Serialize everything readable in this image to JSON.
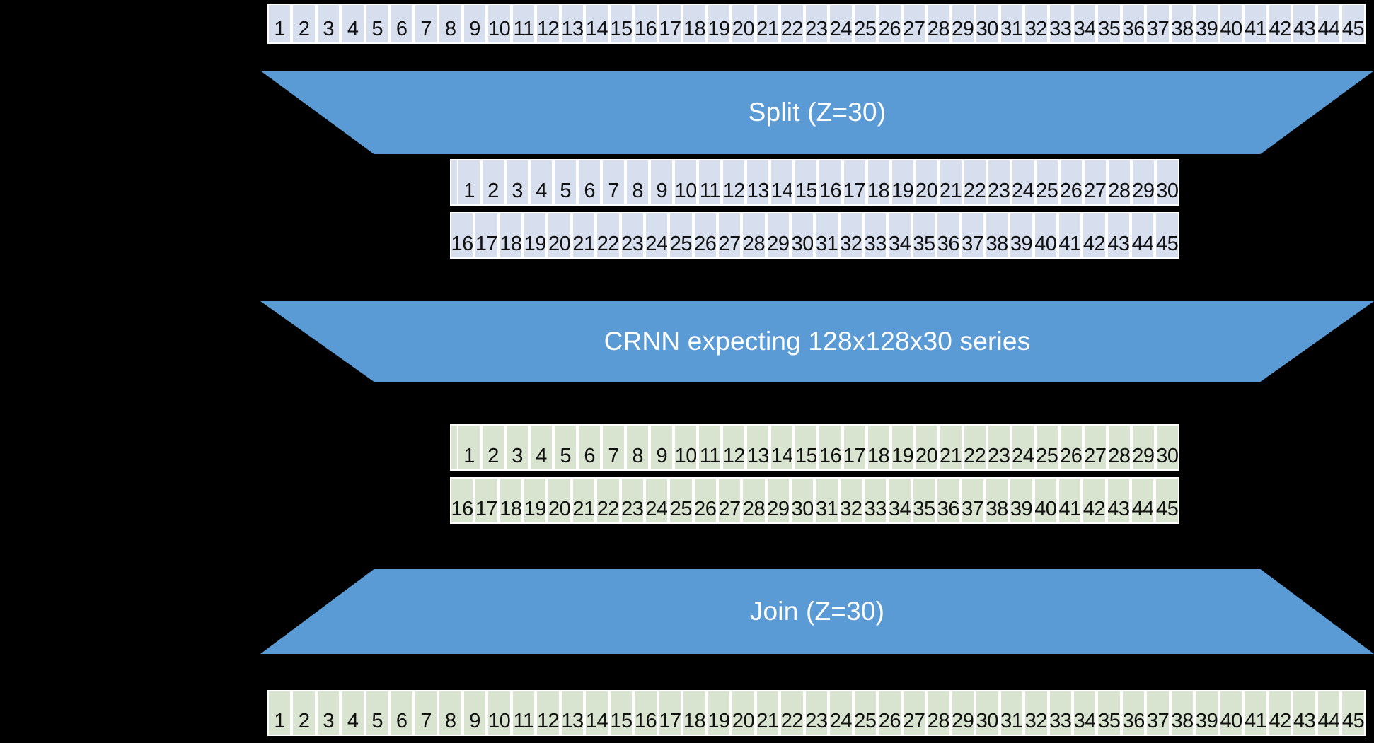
{
  "diagram": {
    "title": "Split / CRNN / Join sequence processing pipeline",
    "background_color": "#000000",
    "colors": {
      "trapezoid_fill": "#5B9BD5",
      "trapezoid_text": "#FFFFFF",
      "input_cell_fill": "#D7DFEF",
      "output_cell_fill": "#D8E4D0",
      "cell_border": "#FFFFFF",
      "cell_text": "#111111"
    },
    "stages": [
      {
        "id": "input-sequence",
        "kind": "strip",
        "palette": "blue",
        "labels": [
          "1",
          "2",
          "3",
          "4",
          "5",
          "6",
          "7",
          "8",
          "9",
          "10",
          "11",
          "12",
          "13",
          "14",
          "15",
          "16",
          "17",
          "18",
          "19",
          "20",
          "21",
          "22",
          "23",
          "24",
          "25",
          "26",
          "27",
          "28",
          "29",
          "30",
          "31",
          "32",
          "33",
          "34",
          "35",
          "36",
          "37",
          "38",
          "39",
          "40",
          "41",
          "42",
          "43",
          "44",
          "45"
        ]
      },
      {
        "id": "split",
        "kind": "trapezoid",
        "direction": "down",
        "label": "Split (Z=30)"
      },
      {
        "id": "split-window-1",
        "kind": "strip",
        "palette": "blue",
        "labels": [
          "1",
          "2",
          "3",
          "4",
          "5",
          "6",
          "7",
          "8",
          "9",
          "10",
          "11",
          "12",
          "13",
          "14",
          "15",
          "16",
          "17",
          "18",
          "19",
          "20",
          "21",
          "22",
          "23",
          "24",
          "25",
          "26",
          "27",
          "28",
          "29",
          "30"
        ]
      },
      {
        "id": "split-window-2",
        "kind": "strip",
        "palette": "blue",
        "labels": [
          "16",
          "17",
          "18",
          "19",
          "20",
          "21",
          "22",
          "23",
          "24",
          "25",
          "26",
          "27",
          "28",
          "29",
          "30",
          "31",
          "32",
          "33",
          "34",
          "35",
          "36",
          "37",
          "38",
          "39",
          "40",
          "41",
          "42",
          "43",
          "44",
          "45"
        ]
      },
      {
        "id": "crnn",
        "kind": "trapezoid",
        "direction": "down",
        "label": "CRNN expecting 128x128x30 series"
      },
      {
        "id": "crnn-output-1",
        "kind": "strip",
        "palette": "green",
        "labels": [
          "1",
          "2",
          "3",
          "4",
          "5",
          "6",
          "7",
          "8",
          "9",
          "10",
          "11",
          "12",
          "13",
          "14",
          "15",
          "16",
          "17",
          "18",
          "19",
          "20",
          "21",
          "22",
          "23",
          "24",
          "25",
          "26",
          "27",
          "28",
          "29",
          "30"
        ]
      },
      {
        "id": "crnn-output-2",
        "kind": "strip",
        "palette": "green",
        "labels": [
          "16",
          "17",
          "18",
          "19",
          "20",
          "21",
          "22",
          "23",
          "24",
          "25",
          "26",
          "27",
          "28",
          "29",
          "30",
          "31",
          "32",
          "33",
          "34",
          "35",
          "36",
          "37",
          "38",
          "39",
          "40",
          "41",
          "42",
          "43",
          "44",
          "45"
        ]
      },
      {
        "id": "join",
        "kind": "trapezoid",
        "direction": "up",
        "label": "Join (Z=30)"
      },
      {
        "id": "output-sequence",
        "kind": "strip",
        "palette": "green",
        "labels": [
          "1",
          "2",
          "3",
          "4",
          "5",
          "6",
          "7",
          "8",
          "9",
          "10",
          "11",
          "12",
          "13",
          "14",
          "15",
          "16",
          "17",
          "18",
          "19",
          "20",
          "21",
          "22",
          "23",
          "24",
          "25",
          "26",
          "27",
          "28",
          "29",
          "30",
          "31",
          "32",
          "33",
          "34",
          "35",
          "36",
          "37",
          "38",
          "39",
          "40",
          "41",
          "42",
          "43",
          "44",
          "45"
        ]
      }
    ]
  }
}
